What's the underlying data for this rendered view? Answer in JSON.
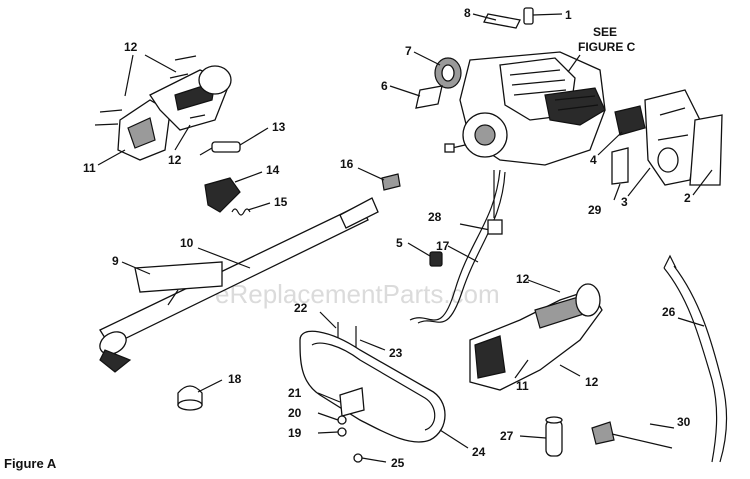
{
  "figure_label": "Figure A",
  "note": [
    "SEE",
    "FIGURE C"
  ],
  "watermark": "eReplacementParts.com",
  "callouts": {
    "c1": "1",
    "c2": "2",
    "c3": "3",
    "c4": "4",
    "c5": "5",
    "c6": "6",
    "c7": "7",
    "c8": "8",
    "c9": "9",
    "c10": "10",
    "c11a": "11",
    "c11b": "11",
    "c12a": "12",
    "c12b": "12",
    "c12c": "12",
    "c12d": "12",
    "c13": "13",
    "c14": "14",
    "c15": "15",
    "c16": "16",
    "c17": "17",
    "c18": "18",
    "c19": "19",
    "c20": "20",
    "c21": "21",
    "c22": "22",
    "c23": "23",
    "c24": "24",
    "c25": "25",
    "c26": "26",
    "c27": "27",
    "c28": "28",
    "c29": "29",
    "c30": "30"
  }
}
